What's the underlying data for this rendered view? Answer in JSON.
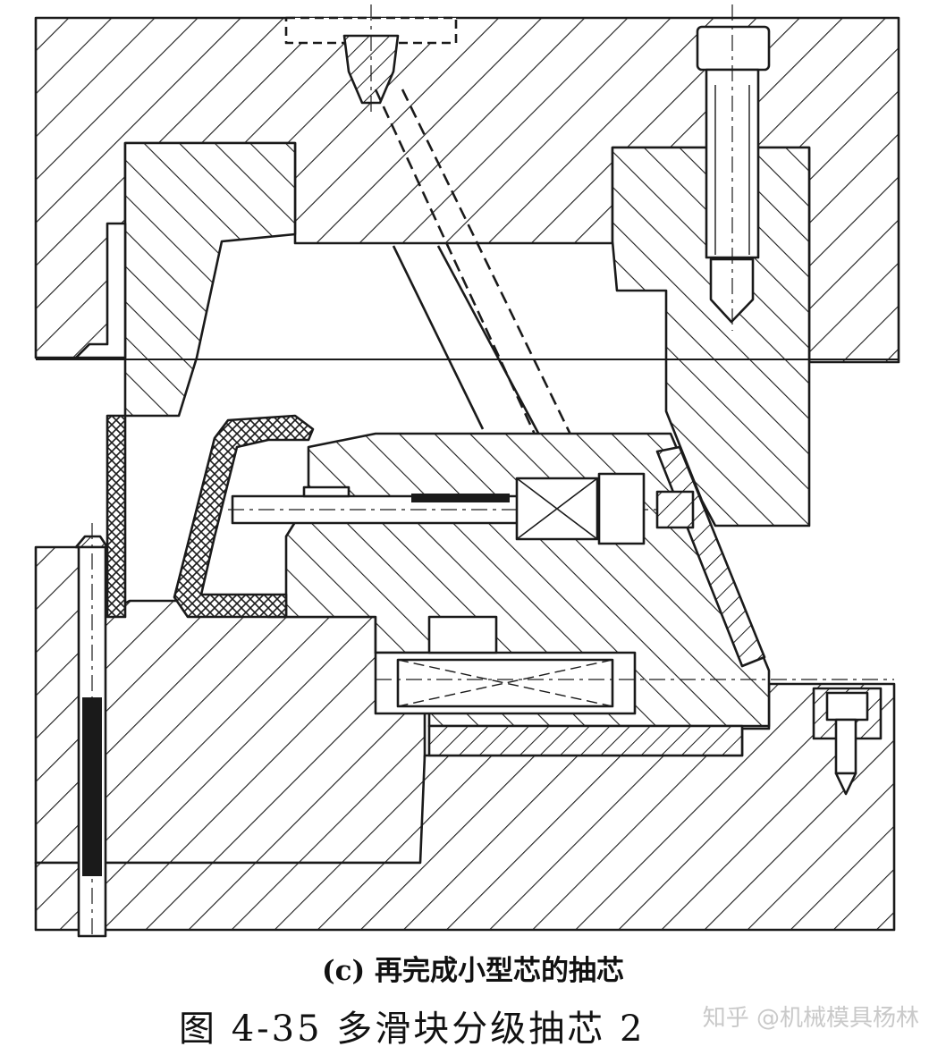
{
  "caption": {
    "subcaption": "(c) 再完成小型芯的抽芯",
    "figure_title": "图 4-35   多滑块分级抽芯 2"
  },
  "watermark": "知乎 @机械模具杨林"
}
